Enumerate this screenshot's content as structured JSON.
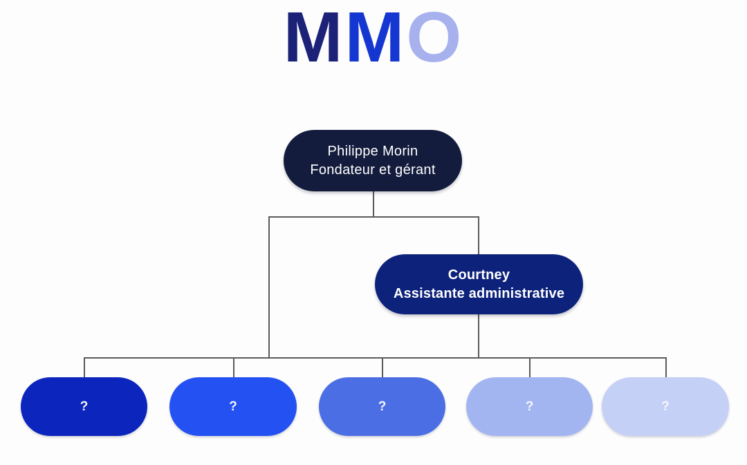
{
  "logo": {
    "text": "MMO",
    "letters": [
      {
        "char": "M",
        "color": "#1b2277"
      },
      {
        "char": "M",
        "color": "#1537d1"
      },
      {
        "char": "O",
        "color": "#a6b1ee"
      }
    ]
  },
  "org_chart": {
    "founder": {
      "name": "Philippe Morin",
      "title": "Fondateur et gérant",
      "bg": "#131c3d",
      "text_color": "#ffffff"
    },
    "assistant": {
      "name": "Courtney",
      "title": "Assistante administrative",
      "bg": "#0d227b",
      "text_color": "#ffffff"
    },
    "team": [
      {
        "label": "?",
        "bg": "#0c25bc"
      },
      {
        "label": "?",
        "bg": "#2451f1"
      },
      {
        "label": "?",
        "bg": "#4c6ee4"
      },
      {
        "label": "?",
        "bg": "#a2b5f1"
      },
      {
        "label": "?",
        "bg": "#c5d0f6"
      }
    ],
    "connector_color": "#5a5a5a"
  }
}
